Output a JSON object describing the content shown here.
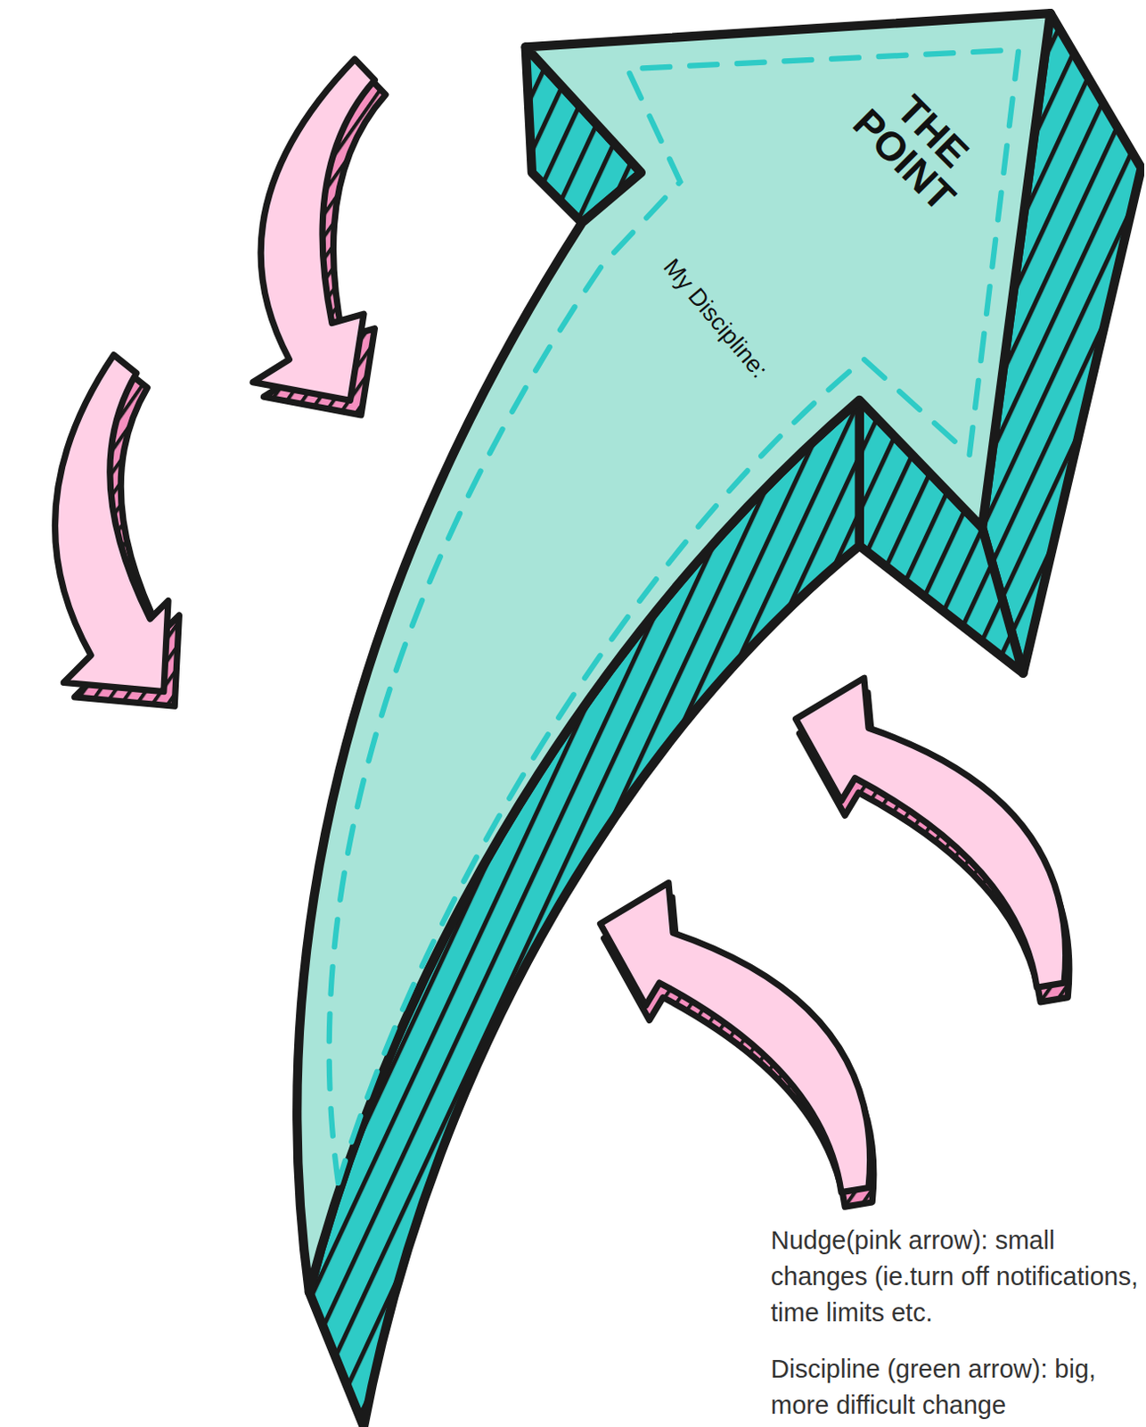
{
  "diagram": {
    "nodes": [
      {
        "text": [
          "THE POINT",
          "My Discipline:"
        ]
      }
    ],
    "labels": [
      "Nudge(pink arrow): small changes (ie.turn off notifications, time limits etc.",
      "Discipline (green arrow): big, more difficult change"
    ]
  }
}
